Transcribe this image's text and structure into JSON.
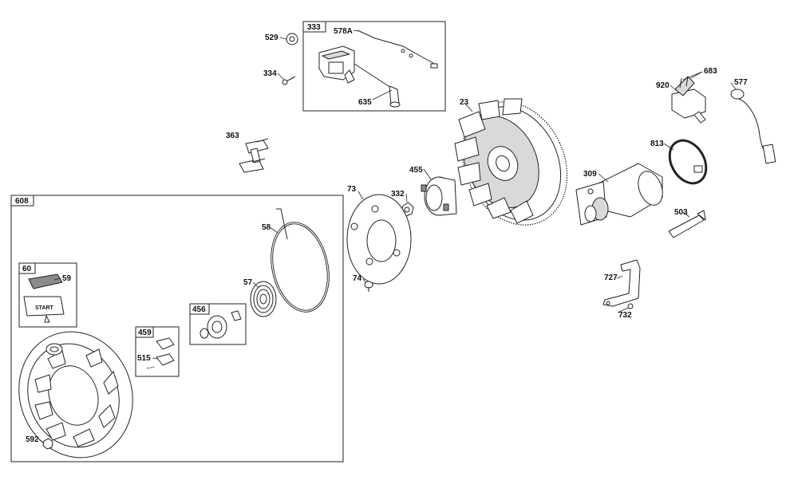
{
  "group_boxes": [
    {
      "id": "box-333",
      "label": "333"
    },
    {
      "id": "box-608",
      "label": "608"
    },
    {
      "id": "box-60",
      "label": "60"
    },
    {
      "id": "box-456",
      "label": "456"
    },
    {
      "id": "box-459",
      "label": "459"
    }
  ],
  "part_labels": {
    "p529": "529",
    "p334": "334",
    "p578A": "578A",
    "p635": "635",
    "p363": "363",
    "p23": "23",
    "p455": "455",
    "p332": "332",
    "p73": "73",
    "p74": "74",
    "p309": "309",
    "p813": "813",
    "p503": "503",
    "p920": "920",
    "p683": "683",
    "p577": "577",
    "p727": "727",
    "p732": "732",
    "p58": "58",
    "p57": "57",
    "p59": "59",
    "p515": "515",
    "p592": "592"
  },
  "handle_text": "START"
}
